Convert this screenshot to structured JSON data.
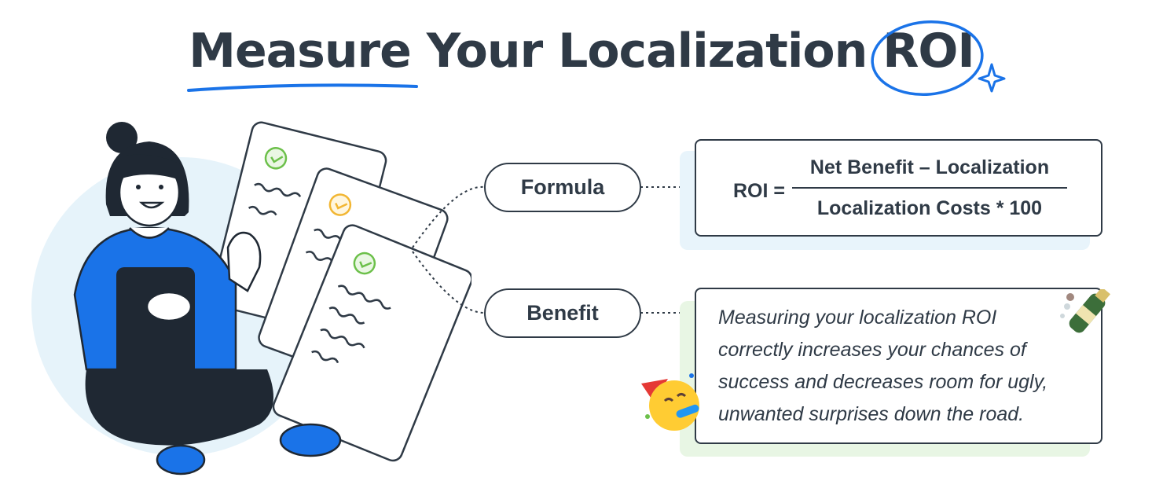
{
  "title": {
    "word1": "Measure",
    "rest": "Your Localization",
    "highlight": "ROI"
  },
  "formula": {
    "label": "Formula",
    "lhs": "ROI =",
    "numerator": "Net Benefit – Localization",
    "denominator": "Localization Costs * 100"
  },
  "benefit": {
    "label": "Benefit",
    "text": "Measuring your localization ROI correctly increases your chances of success and decreases room for ugly, unwanted surprises down the road."
  },
  "colors": {
    "text": "#2f3a46",
    "accent_blue": "#1a73e8",
    "shadow_blue": "#e8f4fb",
    "shadow_green": "#e8f6e4",
    "check_green": "#6cc04a",
    "check_yellow": "#f2b632"
  },
  "icons": [
    "sparkle-icon",
    "check-icon",
    "champagne-icon",
    "party-face-icon"
  ]
}
